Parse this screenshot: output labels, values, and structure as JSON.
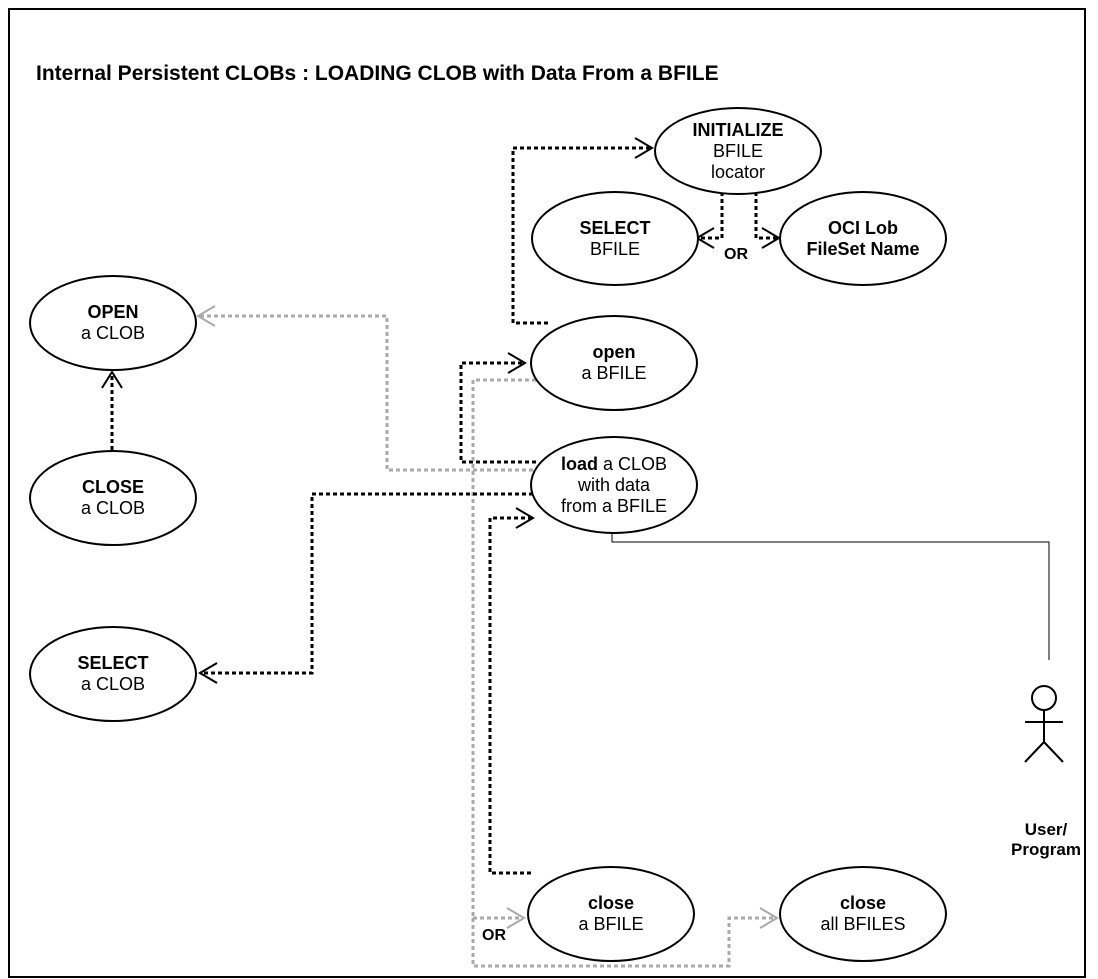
{
  "diagram": {
    "title": "Internal Persistent CLOBs : LOADING CLOB with Data From a BFILE",
    "use_cases": {
      "initialize": {
        "bold": "INITIALIZE",
        "line1": "BFILE",
        "line2": "locator"
      },
      "select_bfile": {
        "bold": "SELECT",
        "line1": "BFILE"
      },
      "oci_lob": {
        "bold_line1": "OCI Lob",
        "bold_line2": "FileSet Name"
      },
      "open_clob": {
        "bold": "OPEN",
        "line1": "a CLOB"
      },
      "open_bfile": {
        "bold": "open",
        "line1": "a BFILE"
      },
      "close_clob": {
        "bold": "CLOSE",
        "line1": "a CLOB"
      },
      "load_clob": {
        "bold": "load",
        "line1_rest": " a CLOB",
        "line2": "with data",
        "line3": "from a BFILE"
      },
      "select_clob": {
        "bold": "SELECT",
        "line1": "a CLOB"
      },
      "close_bfile": {
        "bold": "close",
        "line1": "a BFILE"
      },
      "close_all_bfiles": {
        "bold": "close",
        "line1": "all BFILES"
      }
    },
    "or_labels": {
      "top": "OR",
      "bottom": "OR"
    },
    "actor": {
      "line1": "User/",
      "line2": "Program"
    },
    "colors": {
      "black_dotted": "#000000",
      "gray_dotted": "#aaaaaa",
      "border": "#000000"
    }
  }
}
